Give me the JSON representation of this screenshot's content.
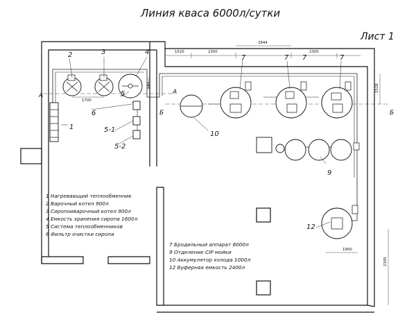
{
  "title": "Линия кваса 6000л/сутки",
  "sheet": "Лист 1",
  "legend_left": [
    "1 Нагревающий теплообменник",
    "2 Варочный котел 900л",
    "3 Сиропоиварочный котел 900л",
    "4 Емкость хранения сиропа 1600л",
    "5 Система теплообменников",
    "6 Фильтр очистки сиропа"
  ],
  "legend_right": [
    "7 Бродильный аппарат 6000л",
    "9 Отделение CIP мойки",
    "10 Аккумулятор холода 1000л",
    "12 Буферная емкость 2400л"
  ],
  "labels": {
    "n1": "1",
    "n2": "2",
    "n3": "3",
    "n4": "4",
    "n5": "5",
    "n6": "6",
    "n5_1": "5-1",
    "n5_2": "5-2",
    "n7a": "7",
    "n7b": "7",
    "n7c": "7",
    "n7d": "7",
    "n9": "9",
    "n10": "10",
    "n12": "12"
  },
  "sections": {
    "a_left": "А",
    "a_right": "А",
    "b_left": "Б",
    "b_right": "Б"
  },
  "dimensions": {
    "d1520": "1520",
    "d2300a": "2300",
    "d2944": "2944",
    "d2300b": "2300",
    "d1700": "1700",
    "d645": "645",
    "d1528": "1528",
    "d1900": "1900",
    "d2185": "2185"
  }
}
